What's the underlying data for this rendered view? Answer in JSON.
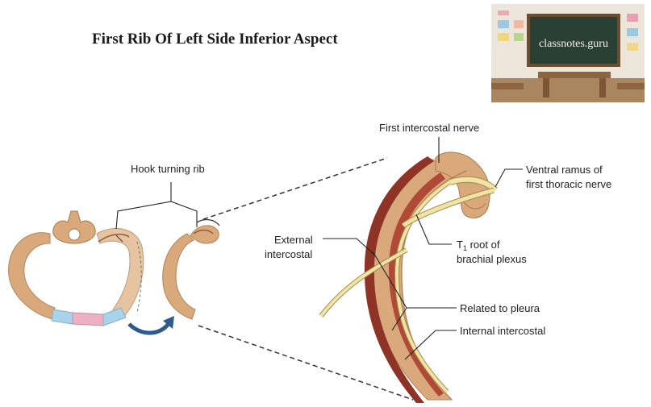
{
  "title": "First Rib Of Left Side Inferior Aspect",
  "watermark": "classnotes.guru",
  "colors": {
    "bone": "#D9A97B",
    "bone_dark": "#C08E5E",
    "muscle": "#8E3326",
    "nerve": "#F2E3A2",
    "cartilage_blue": "#A9D3EA",
    "cartilage_pink": "#EBB0C2",
    "arrow": "#2C5C8E",
    "board": "#2B4035"
  },
  "labels": {
    "hook_turning_rib": "Hook turning rib",
    "first_intercostal_nerve": "First intercostal nerve",
    "ventral_ramus_1": "Ventral ramus of",
    "ventral_ramus_2": "first thoracic nerve",
    "t1_root_T": "T",
    "t1_root_sub": "1",
    "t1_root_rest": " root of",
    "brachial_plexus": "brachial plexus",
    "external_1": "External",
    "external_2": "intercostal",
    "related_pleura": "Related to pleura",
    "internal_intercostal": "Internal intercostal"
  }
}
